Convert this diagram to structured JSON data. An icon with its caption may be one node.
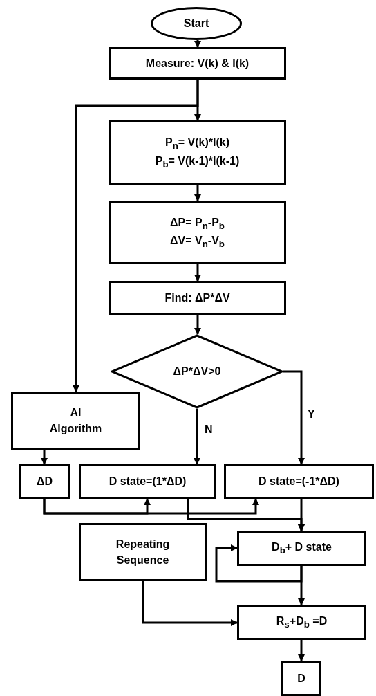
{
  "diagram": {
    "nodes": [
      {
        "text": [
          "Start"
        ]
      },
      {
        "text": [
          "Measure: V(k) & I(k)"
        ]
      },
      {
        "text": [
          "P$_{n}$=  V(k)*I(k)",
          "P$_{b}$=  V(k-1)*I(k-1)"
        ]
      },
      {
        "text": [
          "ΔP=  P$_{n}$-P$_{b}$",
          "ΔV=  V$_{n}$-V$_{b}$"
        ]
      },
      {
        "text": [
          "Find: ΔP*ΔV"
        ]
      },
      {
        "text": [
          "ΔP*ΔV>0"
        ]
      },
      {
        "text": [
          "AI Algorithm"
        ]
      },
      {
        "text": [
          "ΔD"
        ]
      },
      {
        "text": [
          "D state=(1*ΔD)"
        ]
      },
      {
        "text": [
          "D state=(-1*ΔD)"
        ]
      },
      {
        "text": [
          "Repeating Sequence"
        ]
      },
      {
        "text": [
          "D$_{b}$+ D state"
        ]
      },
      {
        "text": [
          "R$_{s}$+D$_{b}$ =D"
        ]
      },
      {
        "text": [
          "D"
        ]
      }
    ],
    "edges": [
      {
        "from": 0,
        "to": 1,
        "arrow": "to"
      },
      {
        "from": 1,
        "to": 2,
        "arrow": "to"
      },
      {
        "from": 1,
        "to": 6,
        "arrow": "to"
      },
      {
        "from": 2,
        "to": 3,
        "arrow": "to"
      },
      {
        "from": 3,
        "to": 4,
        "arrow": "to"
      },
      {
        "from": 4,
        "to": 5,
        "arrow": "to"
      },
      {
        "from": 5,
        "to": 8,
        "arrow": "to",
        "label": "N"
      },
      {
        "from": 5,
        "to": 9,
        "arrow": "to",
        "label": "Y"
      },
      {
        "from": 6,
        "to": 7,
        "arrow": "to"
      },
      {
        "from": 7,
        "to": 8,
        "arrow": "to"
      },
      {
        "from": 7,
        "to": 9,
        "arrow": "to"
      },
      {
        "from": 8,
        "to": 11,
        "arrow": "to"
      },
      {
        "from": 9,
        "to": 11,
        "arrow": "to"
      },
      {
        "from": 11,
        "to": 11,
        "arrow": "to"
      },
      {
        "from": 11,
        "to": 12,
        "arrow": "to"
      },
      {
        "from": 10,
        "to": 12,
        "arrow": "to"
      },
      {
        "from": 12,
        "to": 13,
        "arrow": "to"
      }
    ]
  }
}
